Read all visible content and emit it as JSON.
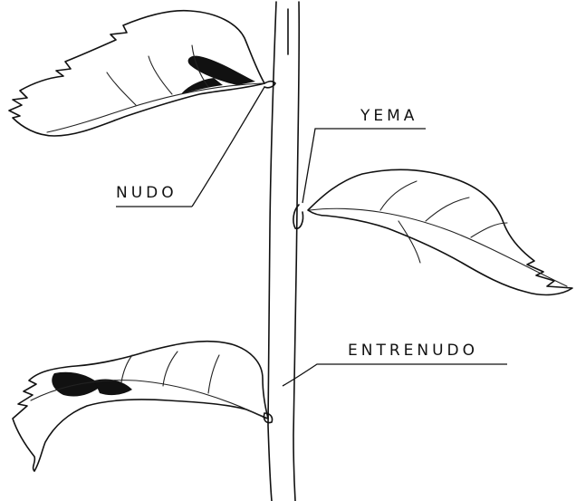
{
  "labels": {
    "node": "NUDO",
    "bud": "YEMA",
    "internode": "ENTRENUDO"
  }
}
